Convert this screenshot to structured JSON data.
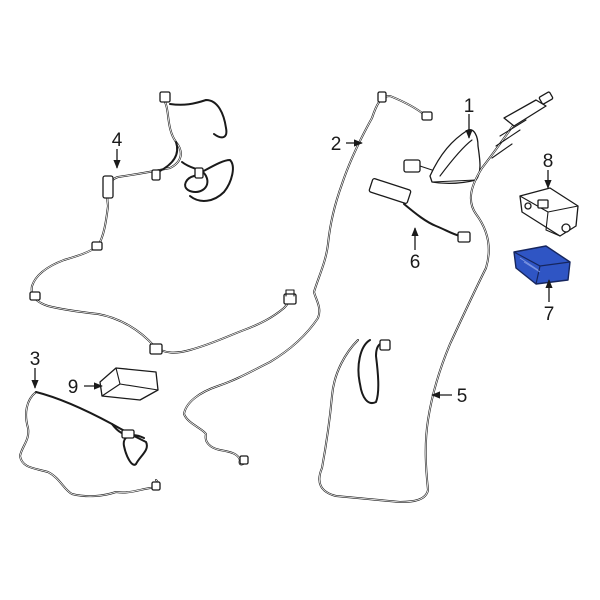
{
  "callouts": {
    "c1": "1",
    "c2": "2",
    "c3": "3",
    "c4": "4",
    "c5": "5",
    "c6": "6",
    "c7": "7",
    "c8": "8",
    "c9": "9"
  },
  "colors": {
    "line": "#1a1a1a",
    "highlight_fill": "#2f55c4",
    "highlight_stroke": "#16265e",
    "background": "#ffffff"
  }
}
